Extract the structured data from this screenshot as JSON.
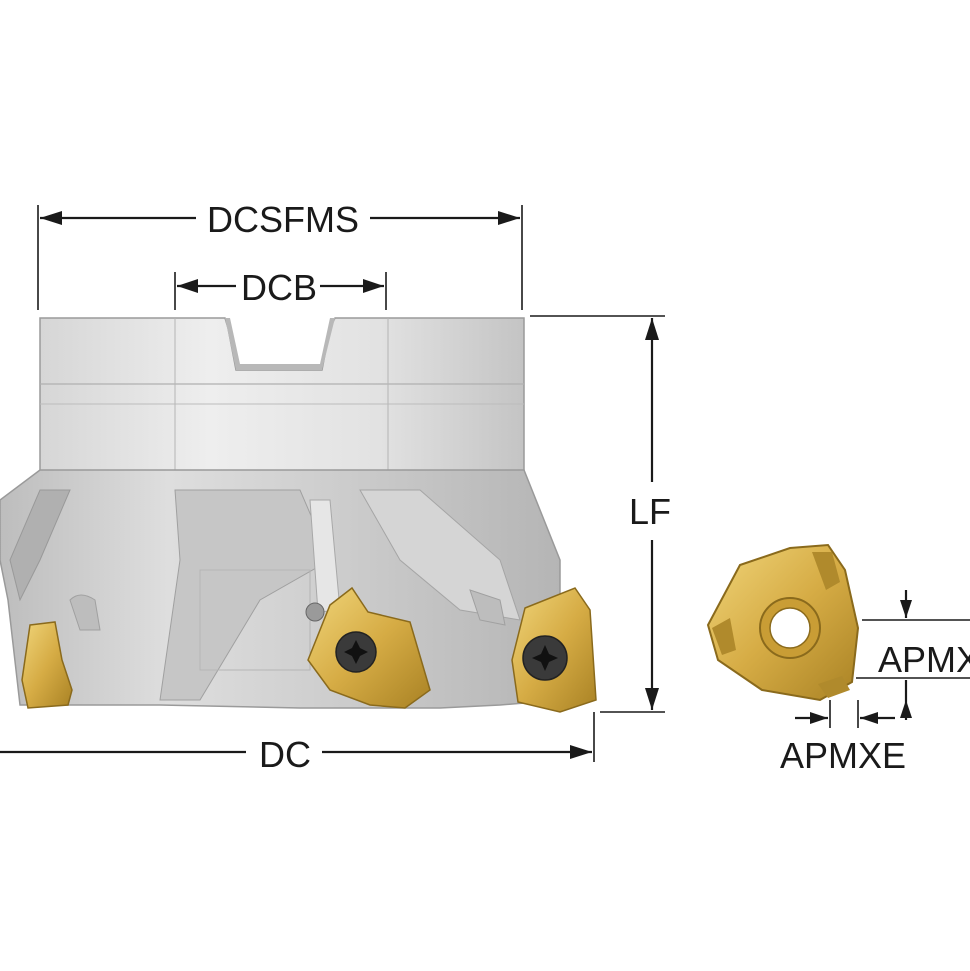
{
  "dimensions": {
    "dcsfms": "DCSFMS",
    "dcb": "DCB",
    "lf": "LF",
    "dc": "DC",
    "apmx": "APMX",
    "apmxe": "APMXE"
  },
  "colors": {
    "body_light": "#e3e3e3",
    "body_mid": "#c9c9c9",
    "body_dark": "#a9a9a9",
    "insert_gold": "#d9b04a",
    "insert_dark": "#8a6a1c",
    "screw": "#3a3a3a",
    "line": "#1a1a1a"
  }
}
